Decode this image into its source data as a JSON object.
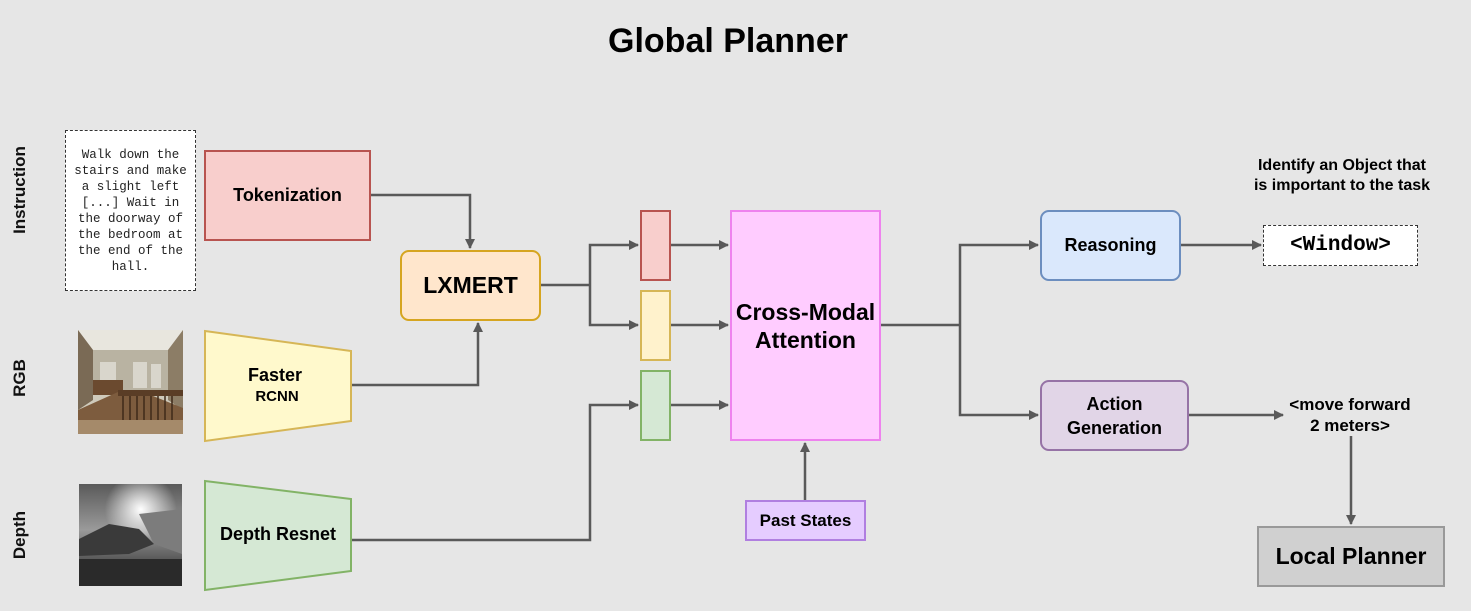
{
  "title": "Global Planner",
  "row_labels": {
    "instruction": "Instruction",
    "rgb": "RGB",
    "depth": "Depth"
  },
  "instruction_text": "Walk down the stairs and make a slight left [...] Wait in the doorway of the bedroom at the end of the hall.",
  "blocks": {
    "tokenization": "Tokenization",
    "lxmert": "LXMERT",
    "faster_line1": "Faster",
    "faster_line2": "RCNN",
    "depth_resnet": "Depth Resnet",
    "cma_line1": "Cross-Modal",
    "cma_line2": "Attention",
    "past_states": "Past States",
    "reasoning": "Reasoning",
    "action_line1": "Action",
    "action_line2": "Generation",
    "local_planner": "Local Planner"
  },
  "outputs": {
    "identify_line1": "Identify an Object that",
    "identify_line2": "is important to the task",
    "window": "<Window>",
    "move_line1": "<move forward",
    "move_line2": "2 meters>"
  },
  "colors": {
    "arrow": "#595959",
    "background": "#e6e6e6",
    "rgb_fill": "#fff9cc",
    "rgb_stroke": "#d6b656",
    "depth_fill": "#d5e8d4",
    "depth_stroke": "#82b366"
  }
}
